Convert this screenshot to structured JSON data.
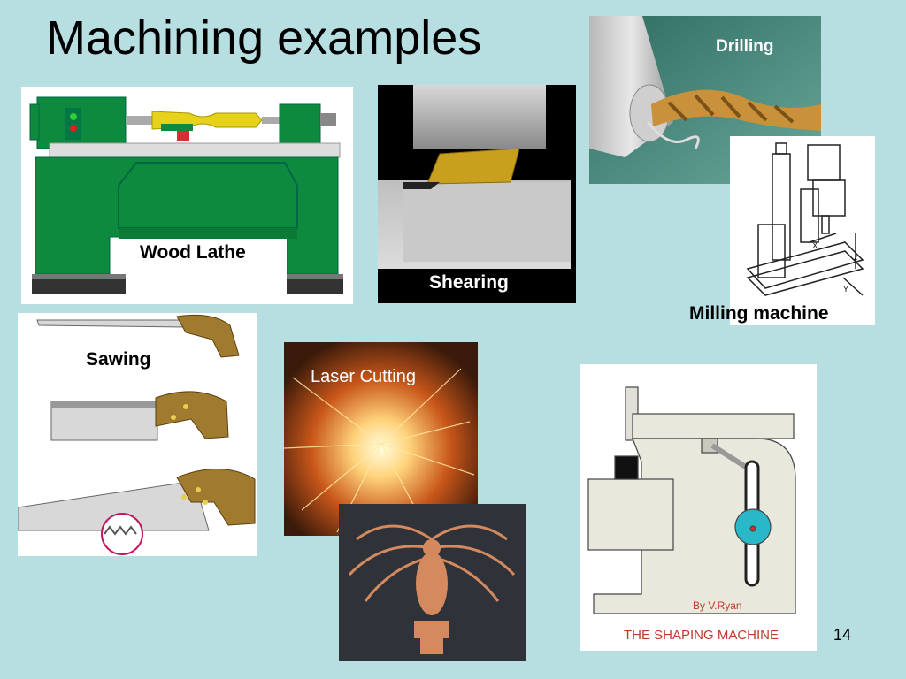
{
  "slide": {
    "title": "Machining examples",
    "page_number": "14"
  },
  "images": {
    "lathe": {
      "caption": "Wood Lathe"
    },
    "shearing": {
      "caption": "Shearing"
    },
    "drilling": {
      "caption": "Drilling"
    },
    "milling": {
      "caption": "Milling machine"
    },
    "sawing": {
      "caption": "Sawing"
    },
    "laser": {
      "caption": "Laser Cutting"
    },
    "shaping": {
      "credit": "By V.Ryan",
      "caption": "THE SHAPING MACHINE"
    }
  },
  "colors": {
    "background": "#b7dfe2",
    "lathe_green": "#0e8a3e",
    "shaping_caption": "#c0392b"
  }
}
